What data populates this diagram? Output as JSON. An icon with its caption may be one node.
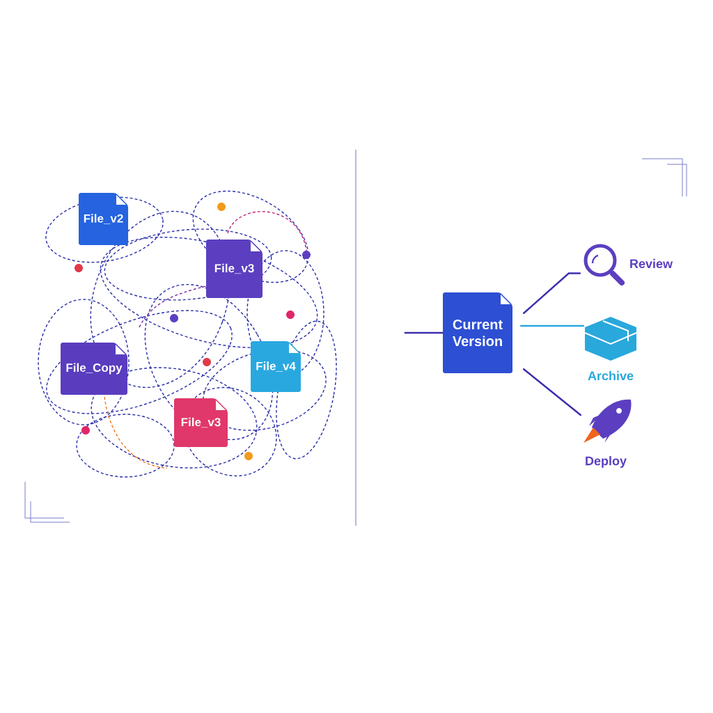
{
  "diagram": {
    "nodes": [
      {
        "text": [
          "File_v2"
        ]
      },
      {
        "text": [
          "File_v3"
        ]
      },
      {
        "text": [
          "File_Copy"
        ]
      },
      {
        "text": [
          "File_v4"
        ]
      },
      {
        "text": [
          "File_v3"
        ]
      },
      {
        "text": [
          "Current Version"
        ]
      },
      {
        "text": [
          "Review"
        ]
      },
      {
        "text": [
          "Archive"
        ]
      },
      {
        "text": [
          "Deploy"
        ]
      }
    ],
    "edges": [
      {
        "from": null,
        "to": 5,
        "arrow": "none"
      },
      {
        "from": 5,
        "to": 6,
        "arrow": "none"
      },
      {
        "from": 5,
        "to": 7,
        "arrow": "none",
        "color": "#29a8dc"
      },
      {
        "from": 5,
        "to": 8,
        "arrow": "none"
      }
    ]
  }
}
